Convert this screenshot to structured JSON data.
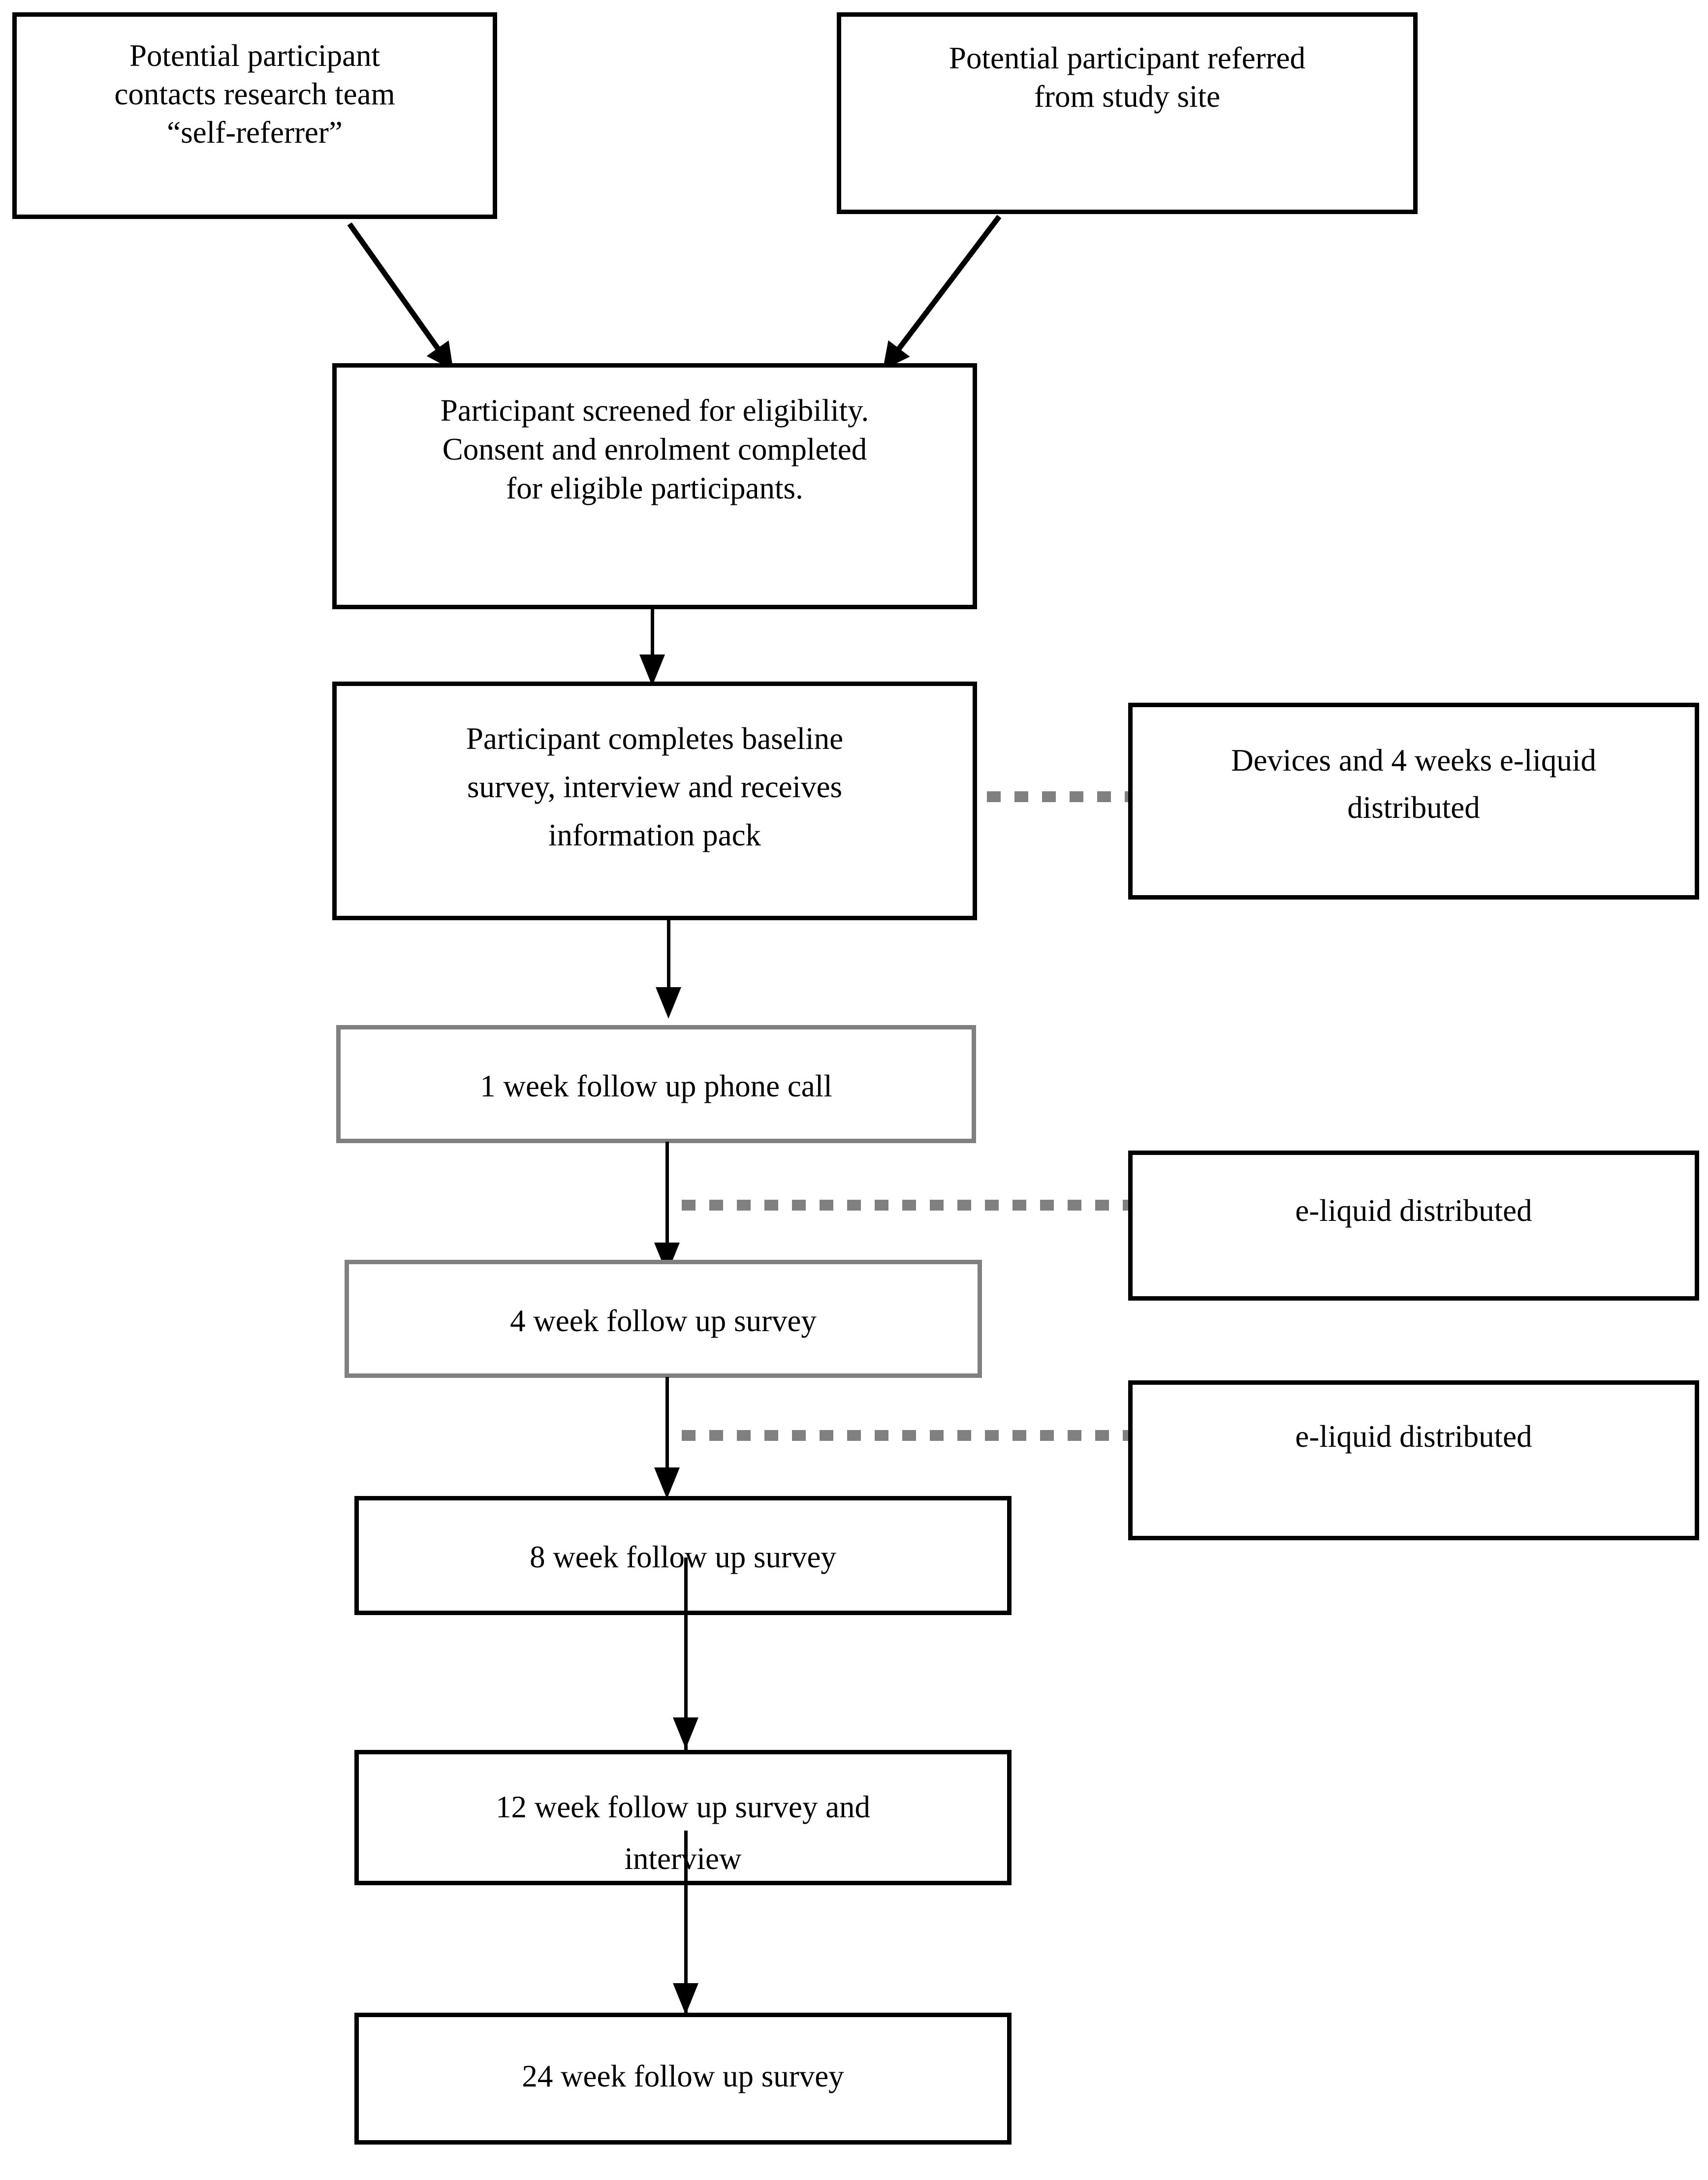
{
  "diagram": {
    "title": "Participant study flow diagram",
    "type": "flowchart",
    "colors": {
      "box_border_black": "#000000",
      "box_border_grey": "#808080",
      "connector_solid": "#000000",
      "connector_dotted": "#808080",
      "background": "#ffffff",
      "text": "#000000"
    },
    "nodes": [
      {
        "id": "self-referrer",
        "label": "Potential participant\ncontacts research team\n“self-referrer”",
        "style": "solid-black"
      },
      {
        "id": "site-referral",
        "label": "Potential participant referred\nfrom study site",
        "style": "solid-black"
      },
      {
        "id": "screening",
        "label": "Participant screened for eligibility.\nConsent and enrolment completed\nfor eligible participants.",
        "style": "solid-black"
      },
      {
        "id": "baseline",
        "label": "Participant completes baseline\nsurvey, interview and receives\ninformation pack",
        "style": "solid-black"
      },
      {
        "id": "devices-eliquid",
        "label": "Devices and 4 weeks e-liquid\ndistributed",
        "style": "solid-black"
      },
      {
        "id": "week1-call",
        "label": "1 week follow up phone call",
        "style": "solid-grey"
      },
      {
        "id": "eliquid-1",
        "label": "e-liquid distributed",
        "style": "solid-black"
      },
      {
        "id": "week4-survey",
        "label": "4 week follow up survey",
        "style": "solid-grey"
      },
      {
        "id": "eliquid-2",
        "label": "e-liquid distributed",
        "style": "solid-black"
      },
      {
        "id": "week8-survey",
        "label": "8 week follow up survey",
        "style": "solid-black"
      },
      {
        "id": "week12-survey",
        "label": "12 week follow up survey and\ninterview",
        "style": "solid-black"
      },
      {
        "id": "week24-survey",
        "label": "24 week follow up survey",
        "style": "solid-black"
      }
    ],
    "edges": [
      {
        "from": "self-referrer",
        "to": "screening",
        "kind": "arrow-diagonal"
      },
      {
        "from": "site-referral",
        "to": "screening",
        "kind": "arrow-diagonal"
      },
      {
        "from": "screening",
        "to": "baseline",
        "kind": "arrow-vertical"
      },
      {
        "from": "baseline",
        "to": "devices-eliquid",
        "kind": "dotted-horizontal"
      },
      {
        "from": "baseline",
        "to": "week1-call",
        "kind": "arrow-vertical"
      },
      {
        "from": "week1-call",
        "to": "week4-survey",
        "kind": "arrow-vertical"
      },
      {
        "from": "eliquid-1",
        "to": "week1-week4-link",
        "kind": "dotted-horizontal"
      },
      {
        "from": "week4-survey",
        "to": "week8-survey",
        "kind": "arrow-vertical"
      },
      {
        "from": "eliquid-2",
        "to": "week4-week8-link",
        "kind": "dotted-horizontal"
      },
      {
        "from": "week8-survey",
        "to": "week12-survey",
        "kind": "arrow-vertical"
      },
      {
        "from": "week12-survey",
        "to": "week24-survey",
        "kind": "arrow-vertical"
      }
    ]
  }
}
